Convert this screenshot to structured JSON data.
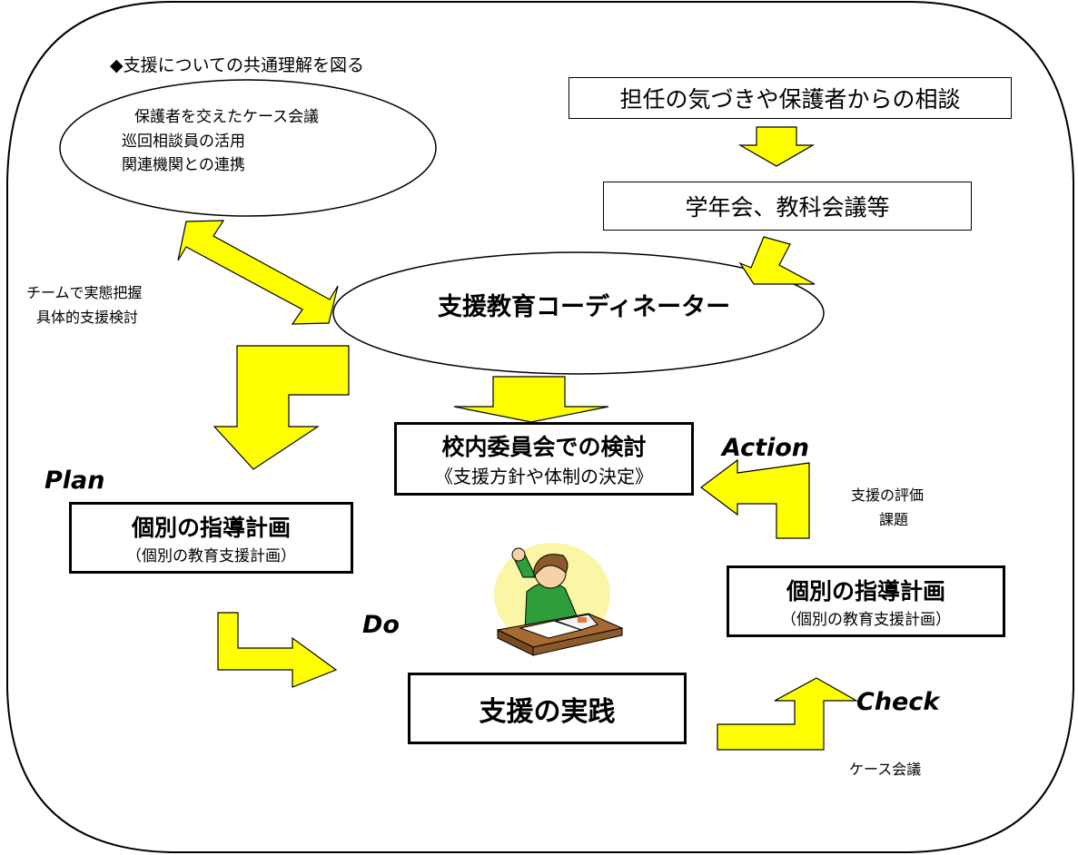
{
  "heading": "◆支援についての共通理解を図る",
  "ellipse_top_left": {
    "lines": [
      "保護者を交えたケース会議",
      "巡回相談員の活用",
      "関連機関との連携"
    ]
  },
  "team_note": {
    "lines": [
      "チームで実態把握",
      "具体的支援検討"
    ]
  },
  "flow": {
    "consultation": "担任の気づきや保護者からの相談",
    "grade_meeting": "学年会、教科会議等",
    "coordinator": "支援教育コーディネーター",
    "committee_title": "校内委員会での検討",
    "committee_sub": "《支援方針や体制の決定》",
    "plan_box_title": "個別の指導計画",
    "plan_box_sub": "（個別の教育支援計画）",
    "right_plan_title": "個別の指導計画",
    "right_plan_sub": "（個別の教育支援計画）",
    "practice": "支援の実践"
  },
  "pdca": {
    "plan": "Plan",
    "do": "Do",
    "check": "Check",
    "action": "Action"
  },
  "notes": {
    "evaluation": [
      "支援の評価",
      "課題"
    ],
    "case_meeting": "ケース会議"
  },
  "colors": {
    "arrow_fill": "#ffff00",
    "stroke": "#000000",
    "background": "#ffffff"
  },
  "illustration": "student-raising-hand-at-desk"
}
